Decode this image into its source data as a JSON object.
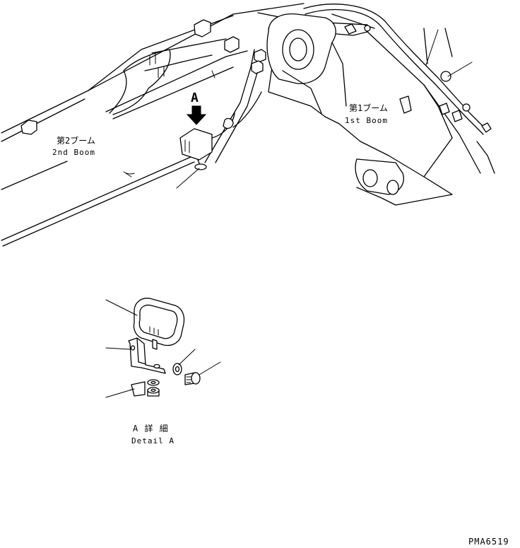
{
  "labels": {
    "second_boom_jp": "第2ブーム",
    "second_boom_en": "2nd Boom",
    "first_boom_jp": "第1ブーム",
    "first_boom_en": "1st Boom",
    "view_marker": "A",
    "detail_jp": "A 詳 細",
    "detail_en": "Detail A",
    "drawing_number": "PMA6519"
  }
}
